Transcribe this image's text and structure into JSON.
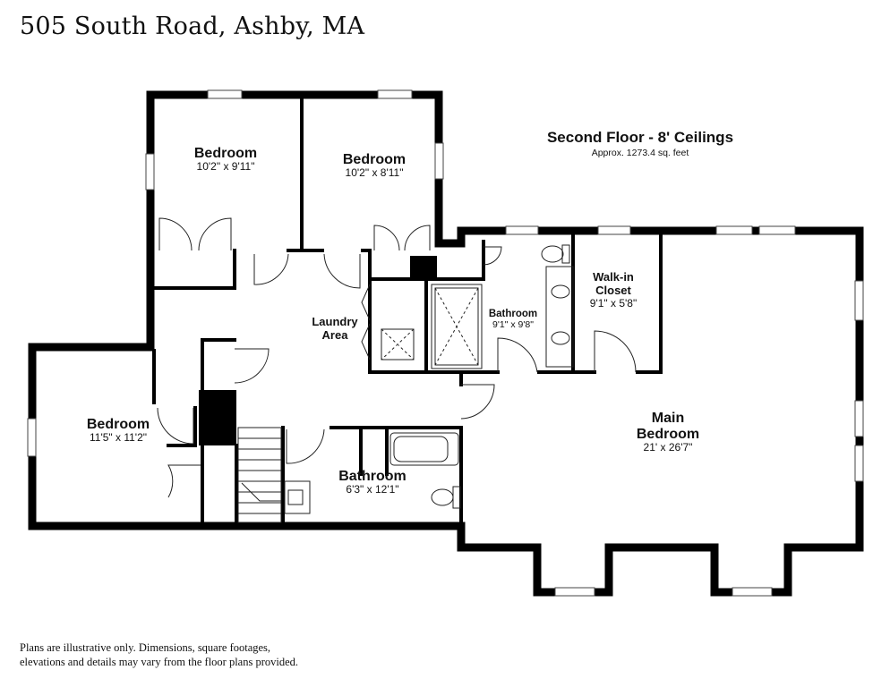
{
  "title": "505 South Road, Ashby, MA",
  "floor": {
    "heading": "Second Floor - 8' Ceilings",
    "area": "Approx. 1273.4 sq. feet"
  },
  "rooms": [
    {
      "key": "bedroom_1",
      "name": "Bedroom",
      "dims": "10'2\" x 9'11\""
    },
    {
      "key": "bedroom_2",
      "name": "Bedroom",
      "dims": "10'2\" x 8'11\""
    },
    {
      "key": "bedroom_3",
      "name": "Bedroom",
      "dims": "11'5\" x 11'2\""
    },
    {
      "key": "laundry",
      "name_lines": [
        "Laundry",
        "Area"
      ]
    },
    {
      "key": "bathroom_small",
      "name": "Bathroom",
      "dims": "9'1\" x 9'8\""
    },
    {
      "key": "walk_in_closet",
      "name_lines": [
        "Walk-in",
        "Closet"
      ],
      "dims": "9'1\" x 5'8\""
    },
    {
      "key": "bathroom_hall",
      "name": "Bathroom",
      "dims": "6'3\" x 12'1\""
    },
    {
      "key": "main_bedroom",
      "name_lines": [
        "Main",
        "Bedroom"
      ],
      "dims": "21' x 26'7\""
    }
  ],
  "disclaimer_lines": [
    "Plans are illustrative only. Dimensions, square footages,",
    "elevations and details may vary from the floor plans provided."
  ]
}
